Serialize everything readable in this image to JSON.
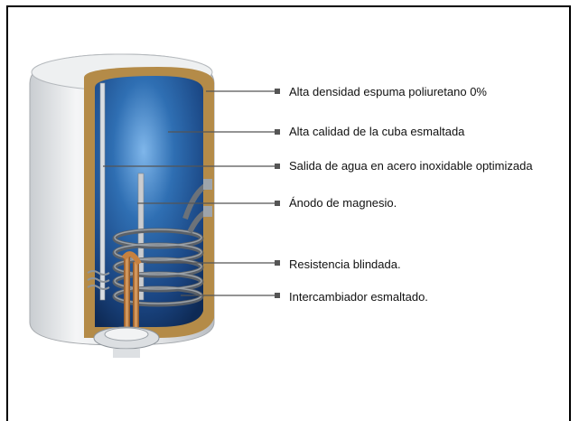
{
  "labels": [
    {
      "id": "espuma",
      "text": "Alta densidad espuma poliuretano 0%"
    },
    {
      "id": "cuba",
      "text": "Alta calidad de la cuba esmaltada"
    },
    {
      "id": "salida",
      "text": "Salida de agua en acero inoxidable optimizada"
    },
    {
      "id": "anodo",
      "text": "Ánodo  de magnesio."
    },
    {
      "id": "resistencia",
      "text": "Resistencia blindada."
    },
    {
      "id": "intercambiador",
      "text": "Intercambiador esmaltado."
    }
  ],
  "illustration": {
    "subject": "water-heater-cutaway",
    "colors": {
      "casing": "#e4e6e8",
      "insulation": "#b08a4a",
      "tank": "#1f4f8f",
      "tank_highlight": "#6fa8e0",
      "coil": "#6a7078",
      "copper": "#c6813f"
    }
  }
}
